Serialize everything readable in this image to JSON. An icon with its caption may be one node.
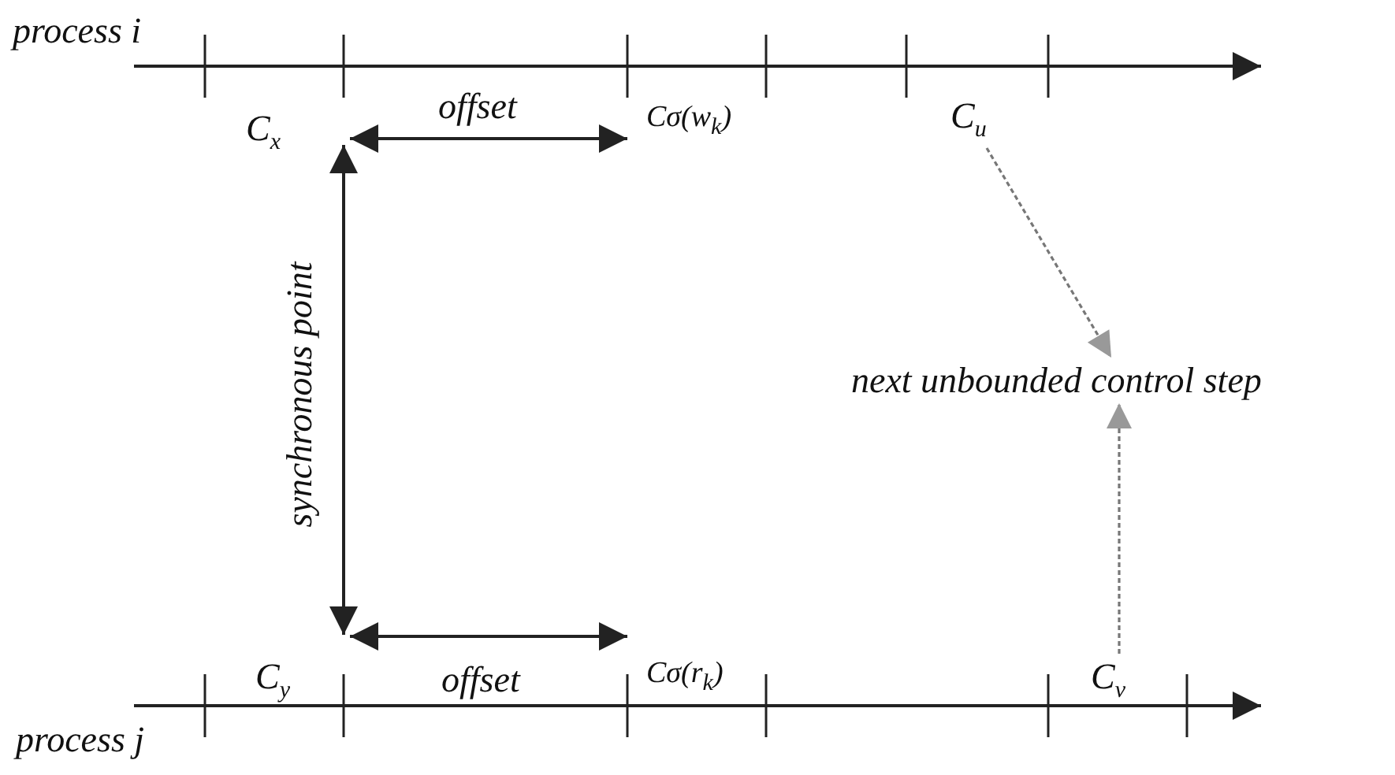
{
  "diagram": {
    "nodes": [
      {
        "text": [
          "C$_{u}$"
        ]
      },
      {
        "text": [
          "next unbounded control step"
        ]
      },
      {
        "text": [
          "C$_{v}$"
        ]
      }
    ],
    "edges": [
      {
        "from": 0,
        "to": 1,
        "arrow": "to",
        "style": "dashed"
      },
      {
        "from": 2,
        "to": 1,
        "arrow": "to",
        "style": "dashed"
      }
    ],
    "labels": [
      "process i",
      "C$_{x}$",
      "offset",
      "Cσ(w$_{k}$)",
      "synchronous point",
      "C$_{y}$",
      "offset",
      "Cσ(r$_{k}$)",
      "process j"
    ]
  }
}
